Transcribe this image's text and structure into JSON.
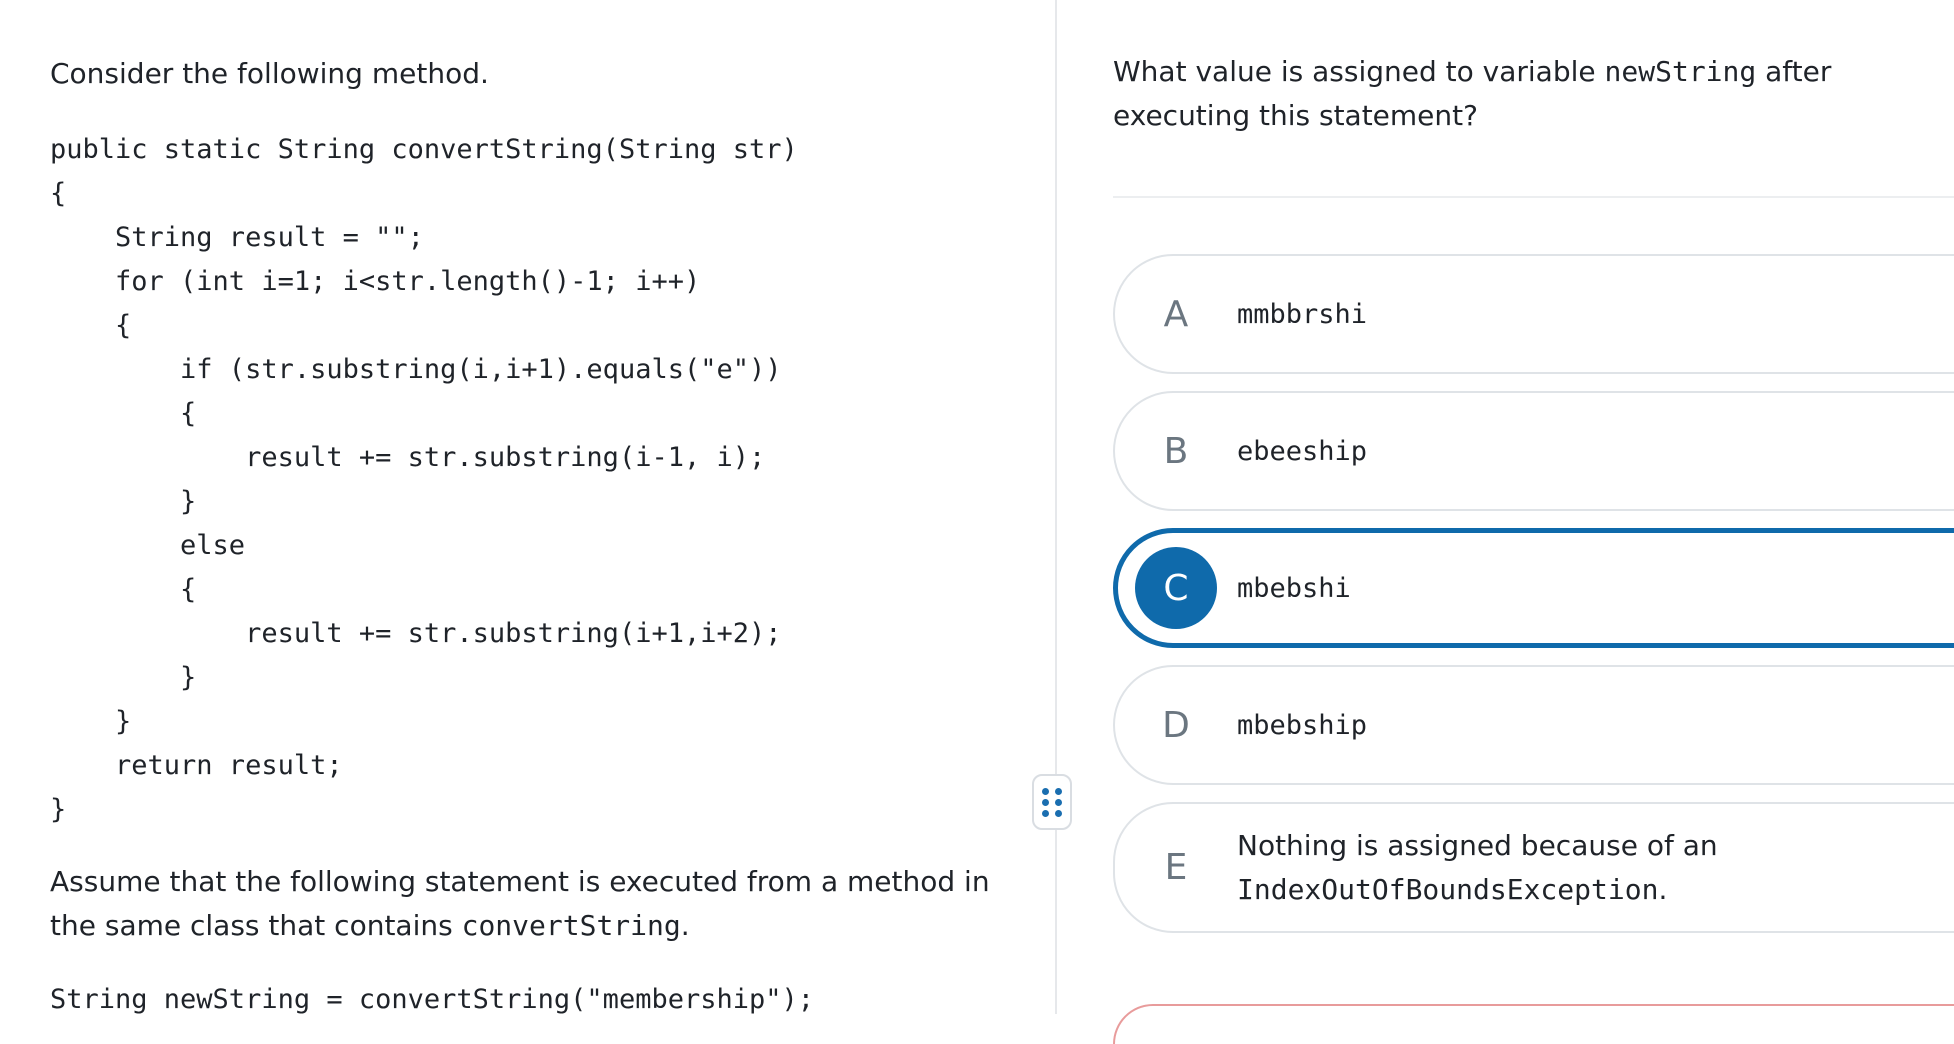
{
  "left": {
    "intro": "Consider the following method.",
    "code_lines": [
      "public static String convertString(String str)",
      "{",
      "    String result = \"\";",
      "    for (int i=1; i<str.length()-1; i++)",
      "    {",
      "        if (str.substring(i,i+1).equals(\"e\"))",
      "        {",
      "            result += str.substring(i-1, i);",
      "        }",
      "        else",
      "        {",
      "            result += str.substring(i+1,i+2);",
      "        }",
      "    }",
      "    return result;",
      "}"
    ],
    "assume_text_1": "Assume that the following statement is executed from a method in the same class that contains ",
    "assume_code": "convertString",
    "assume_text_2": ".",
    "statement": "String newString = convertString(\"membership\");"
  },
  "question": {
    "text_1": "What value is assigned to variable ",
    "code": "newString",
    "text_2": " after executing this statement?"
  },
  "choices": [
    {
      "letter": "A",
      "text": "mmbbrshi"
    },
    {
      "letter": "B",
      "text": "ebeeship"
    },
    {
      "letter": "C",
      "text": "mbebshi"
    },
    {
      "letter": "D",
      "text": "mbebship"
    },
    {
      "letter": "E",
      "text_1": "Nothing is assigned because of an ",
      "code": "IndexOutOfBoundsException",
      "text_2": "."
    }
  ],
  "selected_choice": "C",
  "colors": {
    "accent": "#0f6aab",
    "border": "#dfe3e7",
    "text": "#1f2329"
  },
  "icons": {
    "resize_handle": "drag-handle-icon"
  }
}
